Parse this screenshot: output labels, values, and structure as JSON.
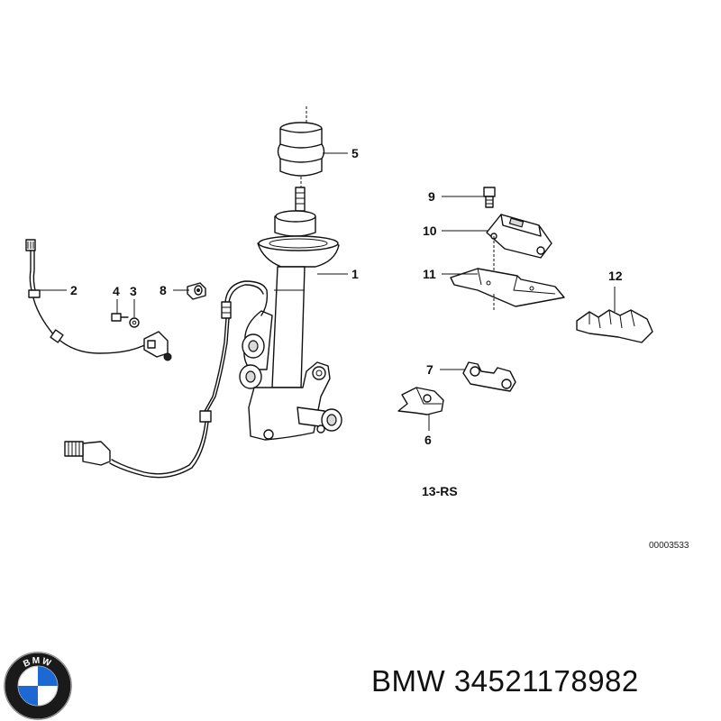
{
  "callouts": {
    "c1": "1",
    "c2": "2",
    "c3": "3",
    "c4": "4",
    "c5": "5",
    "c6": "6",
    "c7": "7",
    "c8": "8",
    "c9": "9",
    "c10": "10",
    "c11": "11",
    "c12": "12",
    "c13": "13-RS"
  },
  "reference_number": "00003533",
  "logo": {
    "text": "BMW",
    "colors": {
      "blue": "#1c69d4",
      "ring": "#1a1a1a",
      "white": "#ffffff"
    }
  },
  "caption": {
    "brand": "BMW",
    "part_number": "34521178982"
  }
}
